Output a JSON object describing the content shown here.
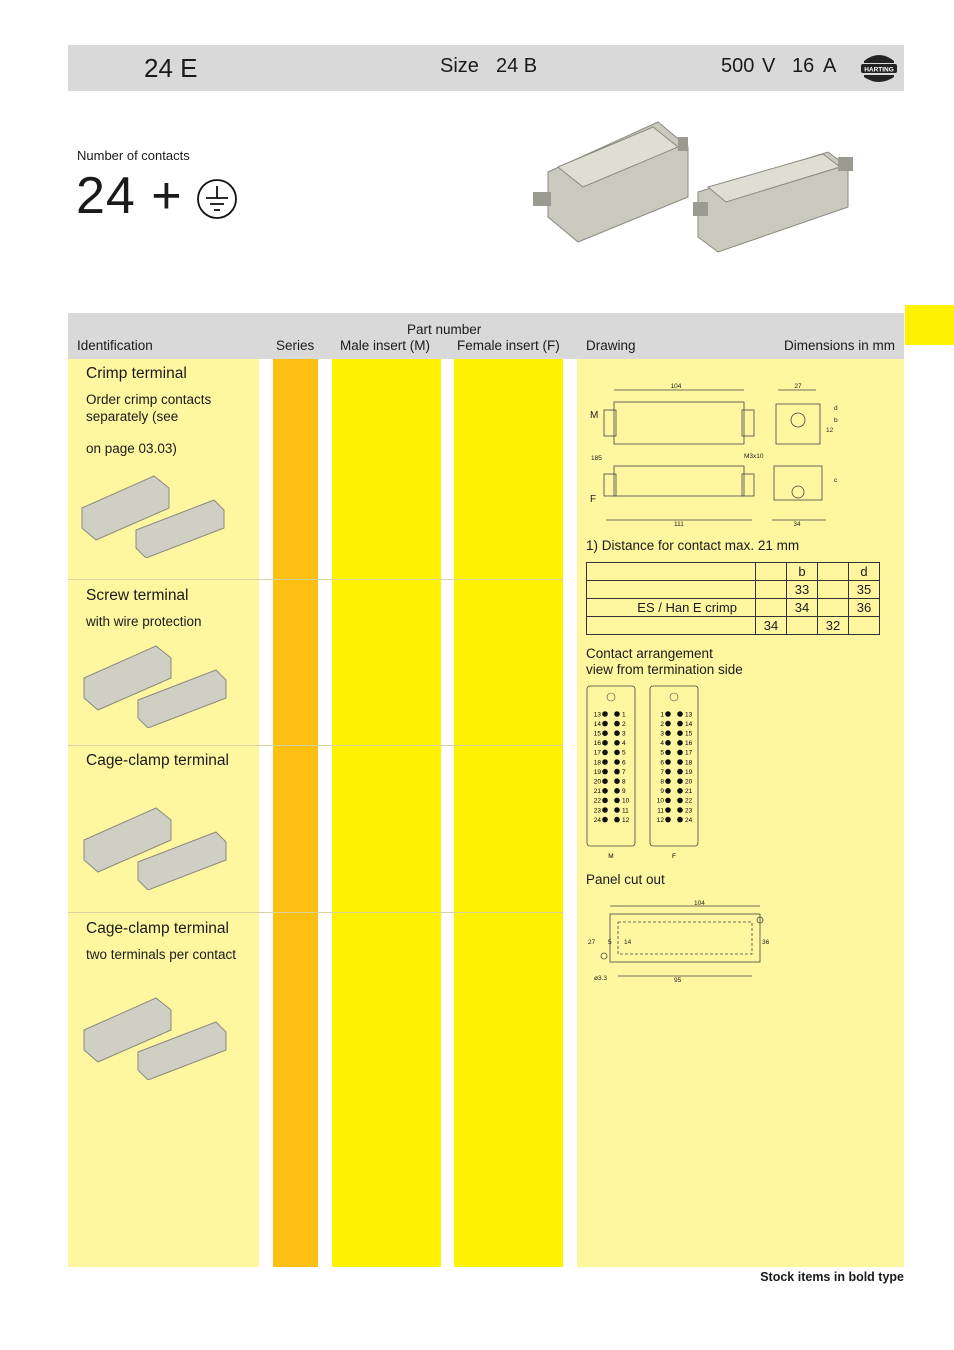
{
  "header": {
    "title": "24 E",
    "size_label": "Size",
    "size_value": "24 B",
    "voltage": "500",
    "voltage_unit": "V",
    "current": "16",
    "current_unit": "A",
    "logo_text": "HARTING"
  },
  "contacts": {
    "label": "Number of contacts",
    "count": "24 +",
    "pe_icon": "protective-earth-symbol"
  },
  "table_header": {
    "part_number": "Part number",
    "identification": "Identification",
    "series": "Series",
    "male": "Male insert (M)",
    "female": "Female insert (F)",
    "drawing": "Drawing",
    "dimensions": "Dimensions in mm"
  },
  "sections": [
    {
      "title": "Crimp terminal",
      "sub1": "Order crimp contacts",
      "sub2": "separately (see",
      "sub3": "on page 03.03)"
    },
    {
      "title": "Screw terminal",
      "sub1": "with wire protection"
    },
    {
      "title": "Cage-clamp terminal"
    },
    {
      "title": "Cage-clamp terminal",
      "sub1": "two terminals per contact"
    }
  ],
  "drawing": {
    "footnote": "1) Distance for contact max. 21 mm",
    "dims_top": [
      "104",
      "27"
    ],
    "dims_bottom": [
      "111",
      "34"
    ],
    "dim_side": "185",
    "screw_label": "M3x10",
    "dim_12": "12",
    "side_letters": [
      "b",
      "c",
      "d"
    ],
    "label_m": "M",
    "label_f": "F",
    "dim_table": {
      "rows": [
        [
          "",
          "",
          "b",
          "",
          "d"
        ],
        [
          "",
          "",
          "33",
          "",
          "35"
        ],
        [
          "ES / Han E   crimp",
          "",
          "34",
          "",
          "36"
        ],
        [
          "",
          "34",
          "",
          "32",
          ""
        ]
      ]
    },
    "contact_arrangement_1": "Contact arrangement",
    "contact_arrangement_2": "view from termination side",
    "m_left": [
      "13",
      "14",
      "15",
      "16",
      "17",
      "18",
      "19",
      "20",
      "21",
      "22",
      "23",
      "24"
    ],
    "m_right": [
      "1",
      "2",
      "3",
      "4",
      "5",
      "6",
      "7",
      "8",
      "9",
      "10",
      "11",
      "12"
    ],
    "f_left": [
      "1",
      "2",
      "3",
      "4",
      "5",
      "6",
      "7",
      "8",
      "9",
      "10",
      "11",
      "12"
    ],
    "f_right": [
      "13",
      "14",
      "15",
      "16",
      "17",
      "18",
      "19",
      "20",
      "21",
      "22",
      "23",
      "24"
    ],
    "panel_cut_out": "Panel cut out",
    "panel_dims": {
      "top": "104",
      "bottom": "95",
      "left": "27",
      "inner": "5",
      "inner2": "14",
      "right": "36",
      "hole": "ø3.3"
    }
  },
  "footer": {
    "stock_note": "Stock items in bold type"
  }
}
